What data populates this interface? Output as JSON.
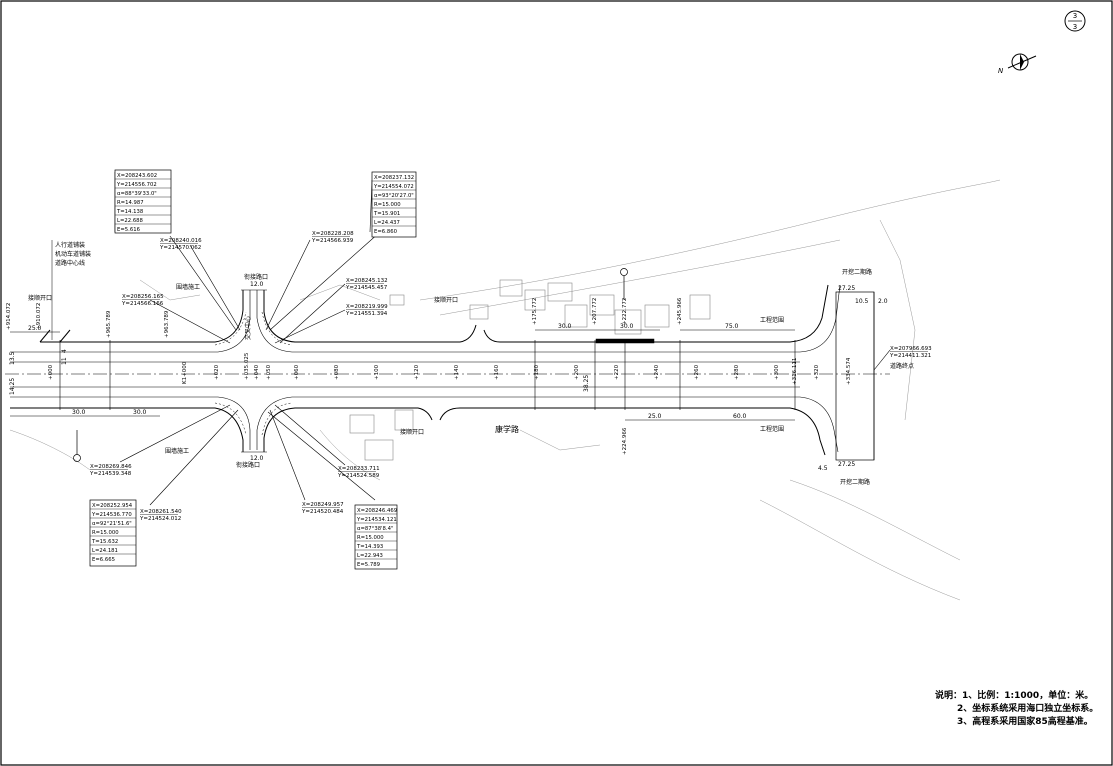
{
  "sheet": {
    "number": "3",
    "total": "3"
  },
  "north_mark": "N",
  "road_name": "康学路",
  "notes": {
    "heading": "说明：",
    "items": [
      "1、比例：1:1000，单位：米。",
      "2、坐标系统采用海口独立坐标系。",
      "3、高程系采用国家85高程基准。"
    ]
  },
  "curve_tables": [
    {
      "id": "top-left",
      "rows": [
        "X=208243.602",
        "Y=214556.702",
        "α=88°39'33.0\"",
        "R=14.987",
        "T=14.138",
        "L=22.688",
        "E=5.616"
      ]
    },
    {
      "id": "top-right",
      "rows": [
        "X=208237.132",
        "Y=214554.072",
        "α=93°20'27.0\"",
        "R=15.000",
        "T=15.901",
        "L=24.437",
        "E=6.860"
      ]
    },
    {
      "id": "bottom-left",
      "rows": [
        "X=208252.954",
        "Y=214536.770",
        "α=92°21'51.6\"",
        "R=15.000",
        "T=15.632",
        "L=24.181",
        "E=6.665"
      ]
    },
    {
      "id": "bottom-right",
      "rows": [
        "X=208246.469",
        "Y=214534.121",
        "α=87°38'8.4\"",
        "R=15.000",
        "T=14.393",
        "L=22.943",
        "E=5.789"
      ]
    }
  ],
  "coord_labels": [
    {
      "id": "c1",
      "x": "X=208240.016",
      "y": "Y=214570.062"
    },
    {
      "id": "c2",
      "x": "X=208228.208",
      "y": "Y=214566.939"
    },
    {
      "id": "c3",
      "x": "X=208256.165",
      "y": "Y=214566.166"
    },
    {
      "id": "c4",
      "x": "X=208245.132",
      "y": "Y=214545.457"
    },
    {
      "id": "c5",
      "x": "X=208219.999",
      "y": "Y=214551.394"
    },
    {
      "id": "c6",
      "x": "X=208269.846",
      "y": "Y=214539.348"
    },
    {
      "id": "c7",
      "x": "X=208261.540",
      "y": "Y=214524.012"
    },
    {
      "id": "c8",
      "x": "X=208233.711",
      "y": "Y=214524.589"
    },
    {
      "id": "c9",
      "x": "X=208249.957",
      "y": "Y=214520.484"
    },
    {
      "id": "c10",
      "x": "X=207966.693",
      "y": "Y=214411.321"
    }
  ],
  "chainage": [
    "+000",
    "+020",
    "+040",
    "+060",
    "+080",
    "+100",
    "+120",
    "+140",
    "+160",
    "+180",
    "+200",
    "+220",
    "+240",
    "+260",
    "+280",
    "+300",
    "+320"
  ],
  "station_start": "K1+000",
  "station_special": [
    "+965.789",
    "+910.072",
    "+914.072",
    "+963.789",
    "+035.025",
    "+050",
    "+175.772",
    "+207.772",
    "+222.772",
    "+245.966",
    "+224.966",
    "+316.111",
    "+334.574"
  ],
  "dimensions": {
    "d25_left": "25.0",
    "d30_a": "30.0",
    "d30_b": "30.0",
    "d30_c": "30.0",
    "d30_d": "30.0",
    "d75": "75.0",
    "d25_right": "25.0",
    "d60": "60.0",
    "d12_top": "12.0",
    "d12_bottom": "12.0",
    "w_1425": "14.25",
    "w_1350": "13.5",
    "w_4": "4",
    "w_11": "11",
    "d2725_top": "27.25",
    "d2725_bottom": "27.25",
    "d105": "10.5",
    "d2a": "2.0",
    "d45": "4.5",
    "d3825": "38.25"
  },
  "labels": {
    "cross_top_a": "人行道铺装",
    "cross_top_b": "机动车道铺装",
    "cross_top_c": "道路中心线",
    "scope_a": "围墙施工",
    "scope_b": "围墙施工",
    "engineering_top": "工程范围",
    "engineering_bottom": "工程范围",
    "junction_top": "衔接路口",
    "junction_bottom": "衔接路口",
    "entry_left": "接顺开口",
    "entry_mid_top": "接顺开口",
    "entry_mid_bottom": "接顺开口",
    "right_top": "开挖二期路",
    "right_bottom": "开挖二期路",
    "right_mark": "道路终点",
    "mid_mark": "交叉中心"
  },
  "colors": {
    "line": "#000000",
    "faint": "#777777",
    "background": "#ffffff"
  }
}
